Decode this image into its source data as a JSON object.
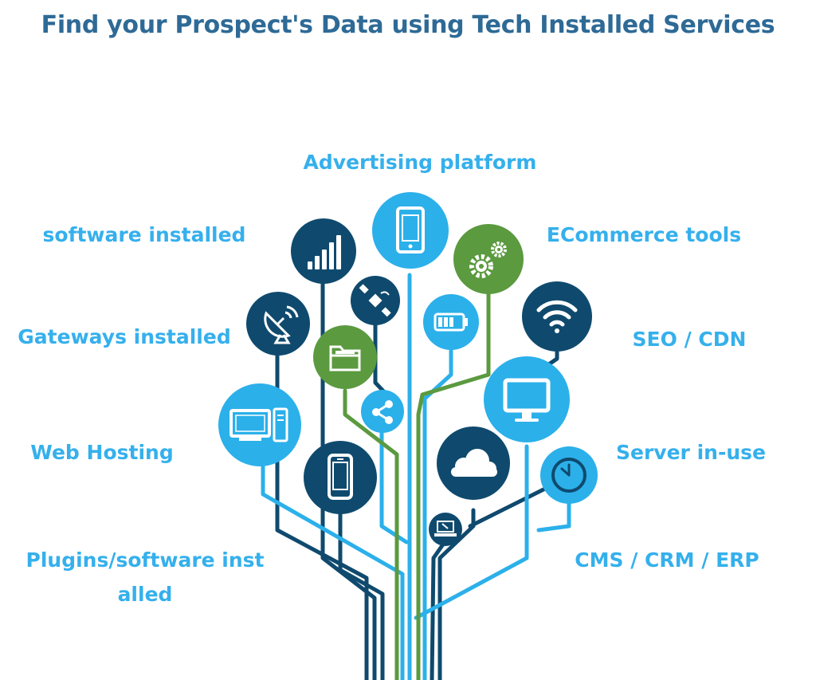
{
  "title": "Find your Prospect's Data using Tech Installed  Services",
  "labels": {
    "advertising_platform": "Advertising platform",
    "software_installed": "software installed",
    "ecommerce_tools": "ECommerce tools",
    "gateways_installed": "Gateways installed",
    "seo_cdn": "SEO / CDN",
    "web_hosting": "Web Hosting",
    "server_in_use": "Server in-use",
    "plugins_line1": "Plugins/software inst",
    "plugins_line2": "alled",
    "cms_crm_erp": "CMS / CRM / ERP"
  },
  "colors": {
    "title": "#2e6a96",
    "label": "#35b0ec",
    "navy": "#0f4a6e",
    "light_blue": "#2bb0ea",
    "green": "#5b9a3f"
  },
  "icons": [
    "smartphone-icon",
    "signal-bars-icon",
    "gears-icon",
    "satellite-icon",
    "battery-icon",
    "wifi-icon",
    "satellite-dish-icon",
    "folder-icon",
    "share-icon",
    "monitor-icon",
    "desktop-computer-icon",
    "mobile-phone-icon",
    "cloud-icon",
    "clock-icon",
    "laptop-icon"
  ]
}
